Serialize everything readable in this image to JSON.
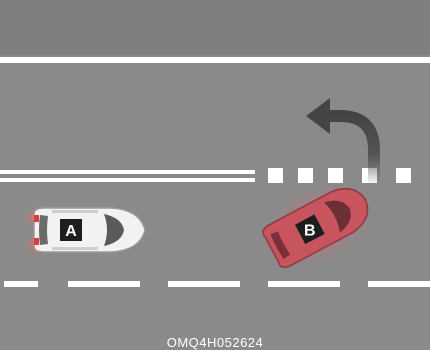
{
  "diagram": {
    "vehicles": [
      {
        "label": "A",
        "color": "#f2f2f2",
        "role": "vehicle-ahead"
      },
      {
        "label": "B",
        "color": "#c8555e",
        "role": "turning-vehicle"
      }
    ],
    "turn_arrow_icon": "left-turn-arrow",
    "colors": {
      "road": "#8a8a8a",
      "road_dark_band": "#7c7c7c",
      "marking": "#ffffff",
      "vehicle_b_glow": "#e06070"
    }
  },
  "figure_code": "OMQ4H052624"
}
